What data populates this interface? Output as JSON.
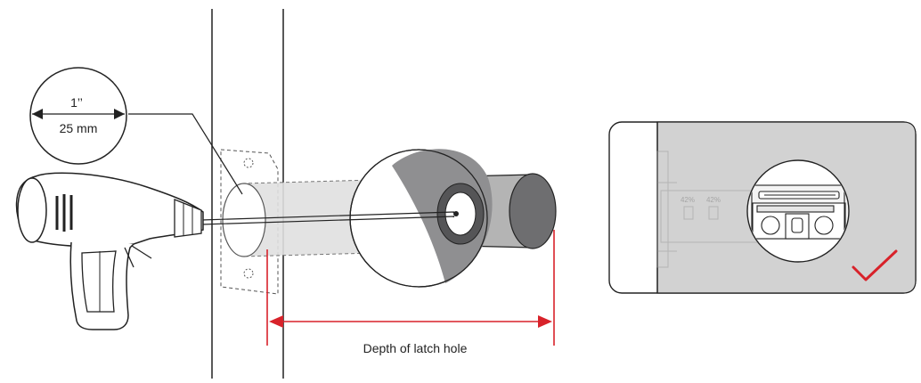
{
  "callout": {
    "inch_label": "1’’",
    "mm_label": "25 mm"
  },
  "dimension": {
    "label": "Depth of latch hole"
  },
  "inset": {
    "label_left": "42%",
    "label_right": "42%",
    "status_icon": "checkmark-icon"
  },
  "colors": {
    "line": "#222222",
    "accent_red": "#d8222a",
    "door_gray": "#d2d2d2",
    "dark_gray": "#6e6e70",
    "mid_gray": "#9a9a9a",
    "light_gray": "#cfcfcf"
  }
}
